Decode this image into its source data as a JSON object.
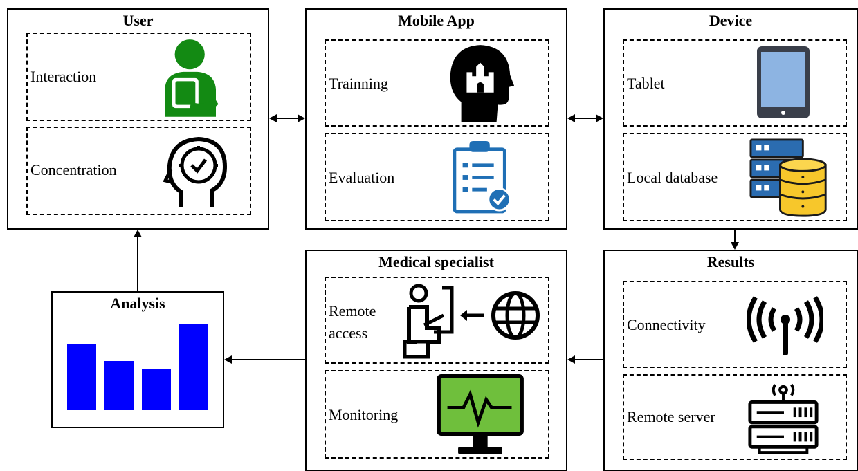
{
  "blocks": {
    "user": {
      "title": "User",
      "items": [
        "Interaction",
        "Concentration"
      ]
    },
    "mobile_app": {
      "title": "Mobile App",
      "items": [
        "Trainning",
        "Evaluation"
      ]
    },
    "device": {
      "title": "Device",
      "items": [
        "Tablet",
        "Local database"
      ]
    },
    "analysis": {
      "title": "Analysis"
    },
    "medical": {
      "title": "Medical specialist",
      "items": [
        "Remote\naccess",
        "Monitoring"
      ]
    },
    "results": {
      "title": "Results",
      "items": [
        "Connectivity",
        "Remote server"
      ]
    }
  },
  "analysis_bars": [
    0.77,
    0.57,
    0.48,
    1.0
  ],
  "colors": {
    "bar": "#0000ff",
    "user_icon": "#138a13",
    "tablet_screen": "#8db4e2",
    "monitor_screen": "#6fbf3c",
    "database": "#f7c72b",
    "clipboard": "#1f6fb5"
  }
}
